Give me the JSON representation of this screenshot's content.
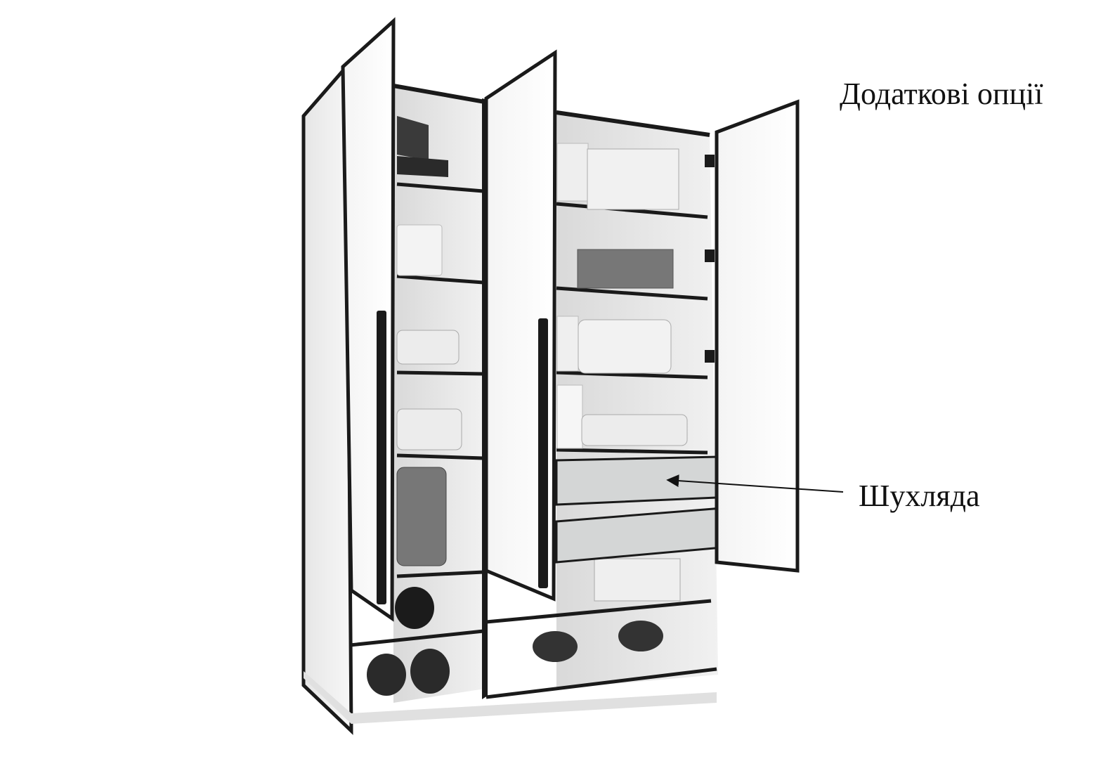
{
  "annotations": {
    "title": "Додаткові опції",
    "drawer_label": "Шухляда"
  },
  "colors": {
    "background": "#ffffff",
    "cabinet_panel": "#f2f2f2",
    "edge_band": "#1a1a1a",
    "interior": "#e9e9e9",
    "drawer": "#d4d6d6",
    "text": "#111111"
  },
  "icons": {
    "wardrobe": "wardrobe-illustration",
    "pointer": "arrow-pointer"
  }
}
